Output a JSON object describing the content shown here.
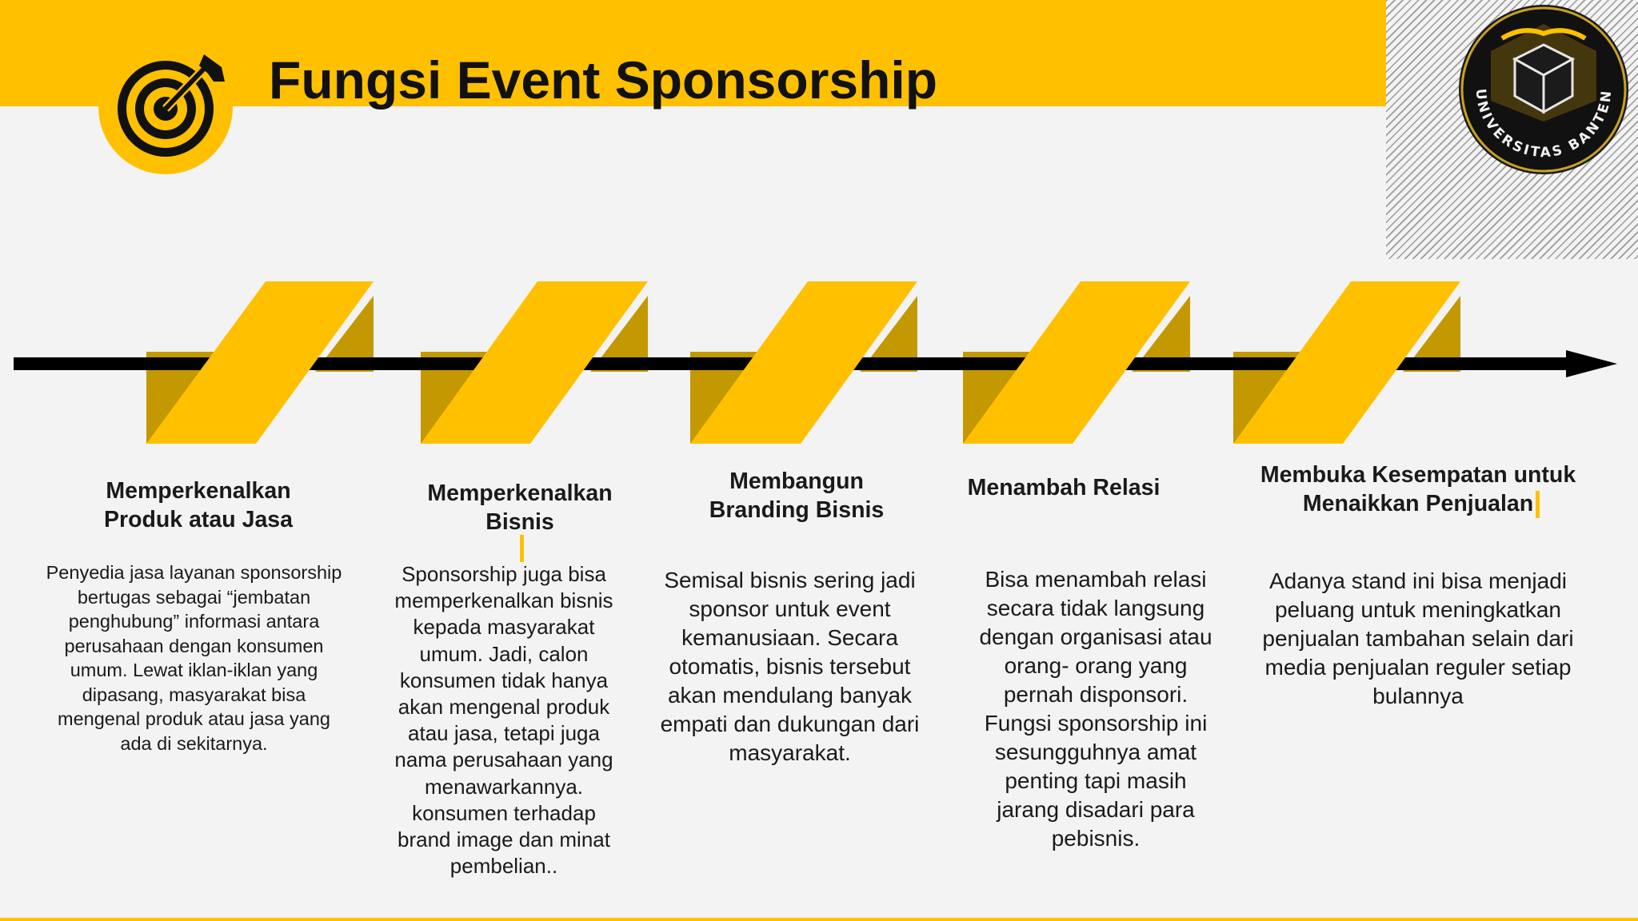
{
  "header": {
    "title": "Fungsi Event Sponsorship"
  },
  "logo": {
    "icon": "universitas-banten-logo",
    "text": "UNIVERSITAS BANTEN"
  },
  "colors": {
    "accent": "#ffc000",
    "accent_shadow": "#c39800",
    "text": "#1a1a1a",
    "arrow": "#000000"
  },
  "steps": [
    {
      "heading": "Memperkenalkan\nProduk atau Jasa",
      "body": "Penyedia jasa layanan sponsorship\nbertugas sebagai “jembatan\npenghubung” informasi antara\nperusahaan dengan konsumen\numum. Lewat iklan-iklan yang\ndipasang, masyarakat bisa\nmengenal produk atau jasa yang\nada di sekitarnya."
    },
    {
      "heading": "Memperkenalkan\nBisnis",
      "body": "Sponsorship juga bisa\nmemperkenalkan bisnis\nkepada masyarakat\numum. Jadi, calon\nkonsumen tidak hanya\nakan mengenal produk\natau jasa, tetapi juga\nnama perusahaan yang\nmenawarkannya.\nkonsumen terhadap\nbrand image dan minat\npembelian.."
    },
    {
      "heading": "Membangun\nBranding Bisnis",
      "body": "Semisal bisnis sering jadi\nsponsor untuk event\nkemanusiaan. Secara\notomatis, bisnis tersebut\nakan mendulang banyak\nempati dan dukungan dari\nmasyarakat."
    },
    {
      "heading": "Menambah Relasi",
      "body": "Bisa menambah relasi\nsecara tidak langsung\ndengan organisasi atau\norang- orang yang\npernah disponsori.\nFungsi sponsorship ini\nsesungguhnya amat\npenting tapi masih\njarang disadari para\npebisnis."
    },
    {
      "heading": "Membuka Kesempatan untuk\nMenaikkan Penjualan",
      "body": "Adanya stand ini bisa menjadi\npeluang untuk meningkatkan\npenjualan tambahan selain dari\nmedia penjualan reguler setiap\nbulannya"
    }
  ]
}
